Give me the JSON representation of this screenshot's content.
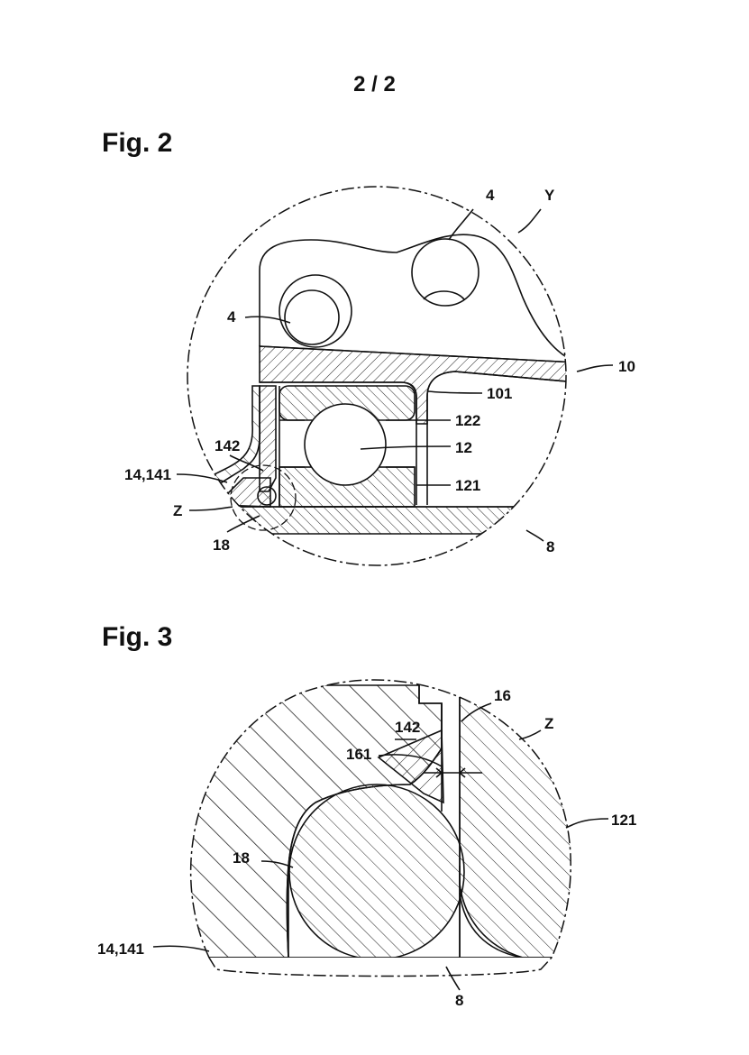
{
  "page": {
    "number": "2 / 2"
  },
  "figures": [
    {
      "title": "Fig. 2",
      "labels": {
        "y": "Y",
        "ball_top_1": "4",
        "ball_top_2": "4",
        "housing": "10",
        "flange": "101",
        "outer_race": "122",
        "bearing": "12",
        "inner_race": "121",
        "cap": "142",
        "seal": "14,141",
        "detail": "Z",
        "oring": "18",
        "shaft": "8"
      }
    },
    {
      "title": "Fig. 3",
      "labels": {
        "gap_part": "16",
        "cap": "142",
        "detail": "Z",
        "gap": "161",
        "inner_race": "121",
        "oring": "18",
        "seal": "14,141",
        "shaft": "8"
      }
    }
  ]
}
